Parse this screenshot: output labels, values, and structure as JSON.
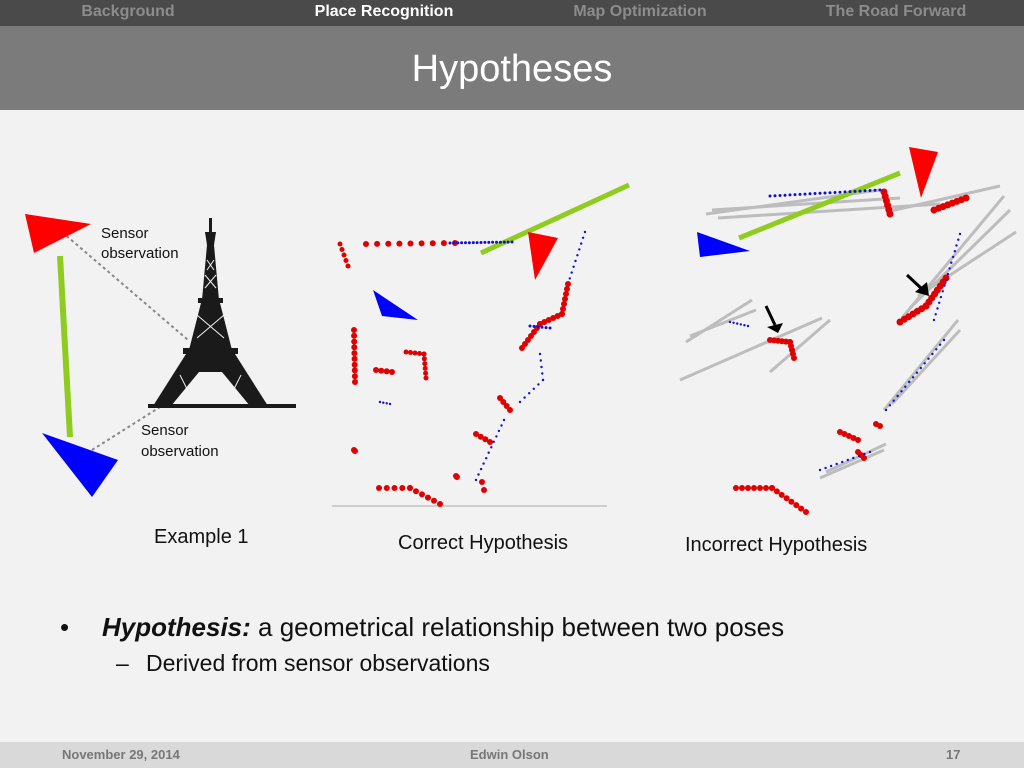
{
  "nav": {
    "items": [
      "Background",
      "Place Recognition",
      "Map Optimization",
      "The Road Forward"
    ],
    "active_index": 1
  },
  "slide": {
    "title": "Hypotheses"
  },
  "figure": {
    "labels": {
      "sensor_top_line1": "Sensor",
      "sensor_top_line2": "observation",
      "sensor_bottom_line1": "Sensor",
      "sensor_bottom_line2": "observation"
    },
    "captions": {
      "example": "Example 1",
      "correct": "Correct Hypothesis",
      "incorrect": "Incorrect Hypothesis"
    },
    "colors": {
      "red_pose": "#ff0000",
      "blue_pose": "#0000ff",
      "link": "#8fcc1f",
      "scan_red": "#e00000",
      "scan_blue": "#1010d0",
      "ghost": "#bdbdbd"
    },
    "icons": [
      "eiffel-tower-icon",
      "arrow-icon"
    ]
  },
  "bullets": {
    "item1": {
      "bold": "Hypothesis:",
      "rest": " a geometrical relationship between two poses"
    },
    "item2": "Derived from sensor observations"
  },
  "footer": {
    "date": "November 29, 2014",
    "author": "Edwin Olson",
    "page": "17"
  }
}
